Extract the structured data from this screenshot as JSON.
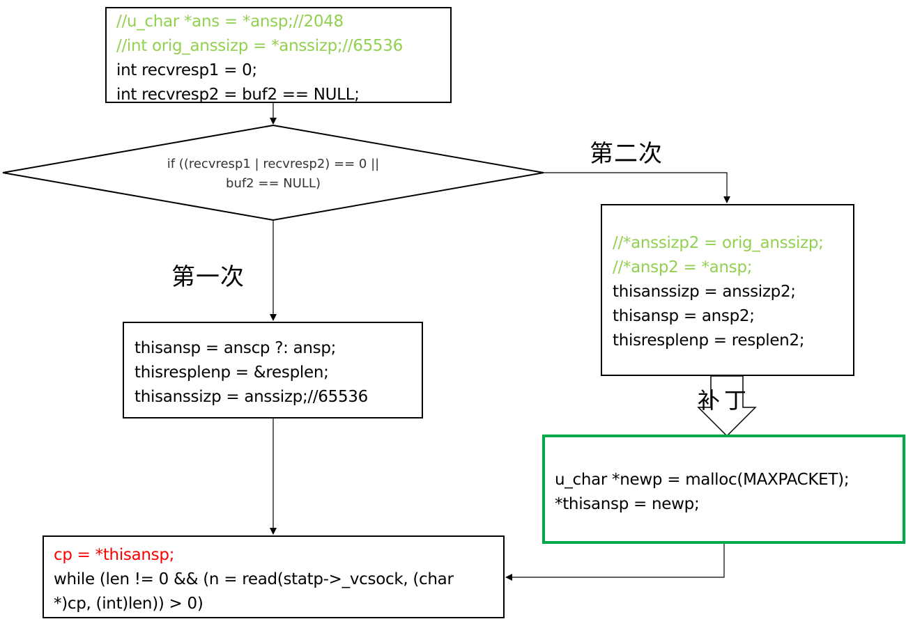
{
  "diagram": {
    "init_box": {
      "lines": [
        {
          "text": "//u_char *ans = *ansp;//2048",
          "style": "comment"
        },
        {
          "text": "//int orig_anssizp = *anssizp;//65536",
          "style": "comment"
        },
        {
          "text": "int recvresp1 = 0;",
          "style": "plain"
        },
        {
          "text": "int recvresp2 = buf2 == NULL;",
          "style": "plain"
        }
      ]
    },
    "condition": {
      "lines": [
        "if ((recvresp1 | recvresp2) == 0 ||",
        "buf2 == NULL)"
      ]
    },
    "branch_labels": {
      "first": "第一次",
      "second": "第二次",
      "patch": "补丁"
    },
    "first_box": {
      "lines": [
        {
          "text": "thisansp = anscp ?: ansp;",
          "style": "plain"
        },
        {
          "text": "thisresplenp = &resplen;",
          "style": "plain"
        },
        {
          "text": "thisanssizp = anssizp;//65536",
          "style": "plain"
        }
      ]
    },
    "second_box": {
      "lines": [
        {
          "text": "//*anssizp2 = orig_anssizp;",
          "style": "comment"
        },
        {
          "text": "//*ansp2 = *ansp;",
          "style": "comment"
        },
        {
          "text": "thisanssizp = anssizp2;",
          "style": "plain"
        },
        {
          "text": "thisansp = ansp2;",
          "style": "plain"
        },
        {
          "text": "thisresplenp = resplen2;",
          "style": "plain"
        }
      ]
    },
    "patch_box": {
      "lines": [
        {
          "text": "u_char *newp = malloc(MAXPACKET);",
          "style": "plain"
        },
        {
          "text": "*thisansp = newp;",
          "style": "plain"
        }
      ]
    },
    "read_box": {
      "lines": [
        {
          "text": "cp = *thisansp;",
          "style": "hl"
        },
        {
          "text": "while (len != 0 && (n = read(statp->_vcsock, (char",
          "style": "plain"
        },
        {
          "text": "*)cp, (int)len)) > 0)",
          "style": "plain"
        }
      ]
    },
    "colors": {
      "comment": "#92d050",
      "highlight": "#ff0000",
      "patch_border": "#00a84a",
      "stroke": "#000000"
    }
  }
}
